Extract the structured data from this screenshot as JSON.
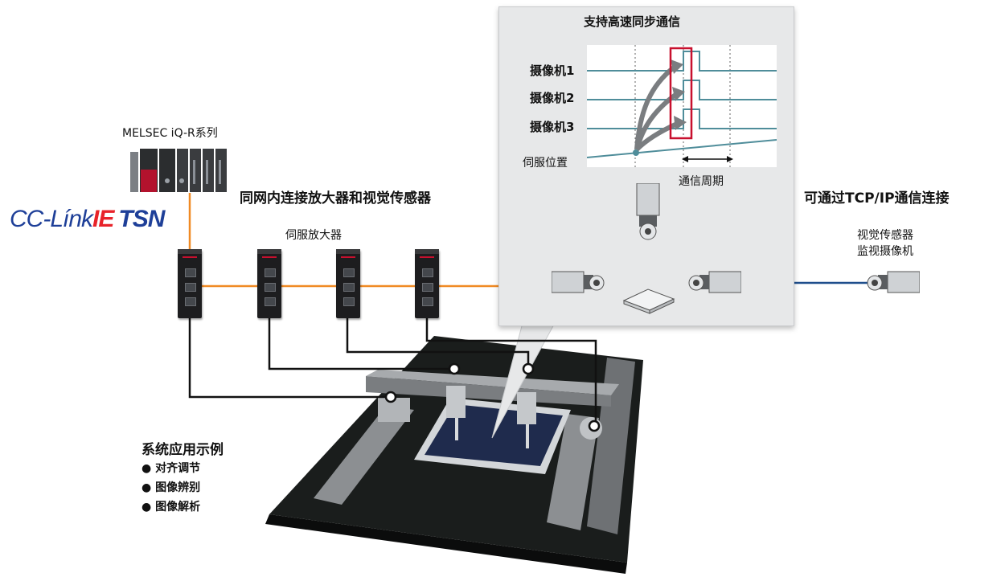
{
  "plc_label": "MELSEC iQ-R系列",
  "network_logo": {
    "part1": "CC-Línk",
    "part2": "IE",
    "part3": "TSN"
  },
  "headline_servo": "同网内连接放大器和视觉传感器",
  "servo_amp_label": "伺服放大器",
  "sync_panel": {
    "title": "支持高速同步通信",
    "rows": [
      "摄像机1",
      "摄像机2",
      "摄像机3",
      "伺服位置"
    ],
    "period_label": "通信周期"
  },
  "tcpip_label": "可通过TCP/IP通信连接",
  "vision_sensor_label": [
    "视觉传感器",
    "监视摄像机"
  ],
  "example": {
    "title": "系统应用示例",
    "items": [
      "● 对齐调节",
      "● 图像辨别",
      "● 图像解析"
    ]
  },
  "colors": {
    "ethernet": "#f08a24",
    "tcpip": "#1f4e8c",
    "signal": "#4f8d9a",
    "highlight": "#c8102e",
    "logo_blue": "#1e3f98",
    "logo_red": "#e8232a"
  }
}
